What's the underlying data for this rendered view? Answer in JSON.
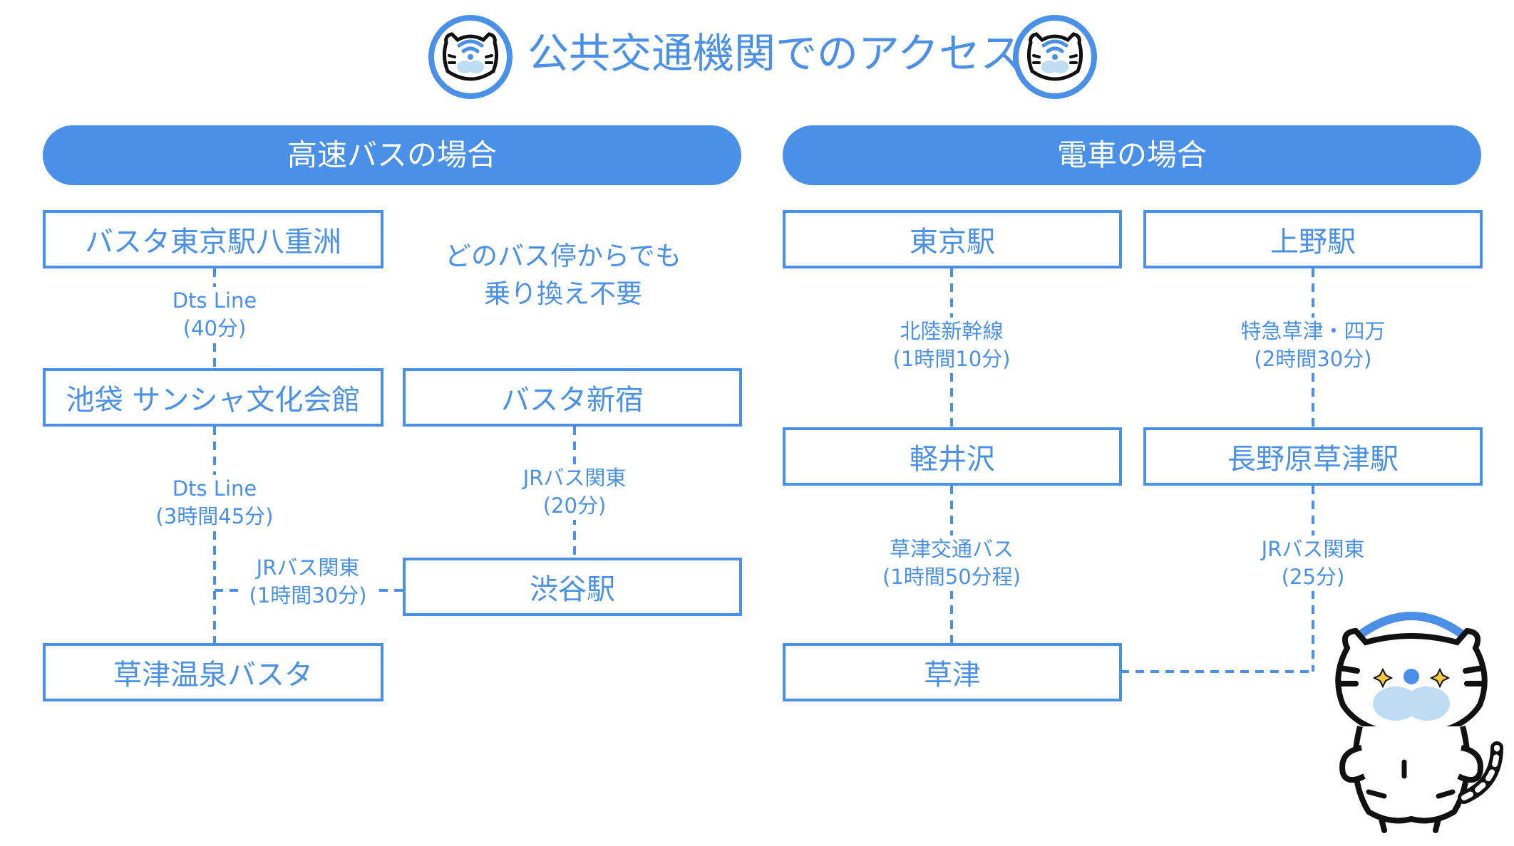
{
  "title": "公共交通機関でのアクセス",
  "colors": {
    "accent": "#4a90e8",
    "pill_text": "#ffffff",
    "mascot_light": "#bfdcf5",
    "mascot_star": "#f5c842",
    "outline": "#111111"
  },
  "bus": {
    "header": "高速バスの場合",
    "stops": {
      "yaesu": "バスタ東京駅八重洲",
      "ikebukuro": "池袋 サンシャ文化会館",
      "shinjuku": "バスタ新宿",
      "shibuya": "渋谷駅",
      "kusatsu": "草津温泉バスタ"
    },
    "note": {
      "line1": "どのバス停からでも",
      "line2": "乗り換え不要"
    },
    "routes": {
      "yaesu_ikebukuro": {
        "line": "Dts Line",
        "time": "(40分)"
      },
      "ikebukuro_kusatsu": {
        "line": "Dts Line",
        "time": "(3時間45分)"
      },
      "shinjuku_shibuya": {
        "line": "JRバス関東",
        "time": "(20分)"
      },
      "shibuya_kusatsu": {
        "line": "JRバス関東",
        "time": "(1時間30分)"
      }
    }
  },
  "train": {
    "header": "電車の場合",
    "stations": {
      "tokyo": "東京駅",
      "ueno": "上野駅",
      "karuizawa": "軽井沢",
      "naganohara": "長野原草津駅",
      "kusatsu": "草津"
    },
    "routes": {
      "tokyo_karuizawa": {
        "line": "北陸新幹線",
        "time": "(1時間10分)"
      },
      "karuizawa_kusatsu": {
        "line": "草津交通バス",
        "time": "(1時間50分程)"
      },
      "ueno_naganohara": {
        "line": "特急草津・四万",
        "time": "(2時間30分)"
      },
      "naganohara_kusatsu": {
        "line": "JRバス関東",
        "time": "(25分)"
      }
    }
  },
  "icons": [
    "tiger-mascot-badge-icon",
    "tiger-mascot-icon",
    "wifi-icon",
    "sparkle-icon"
  ]
}
